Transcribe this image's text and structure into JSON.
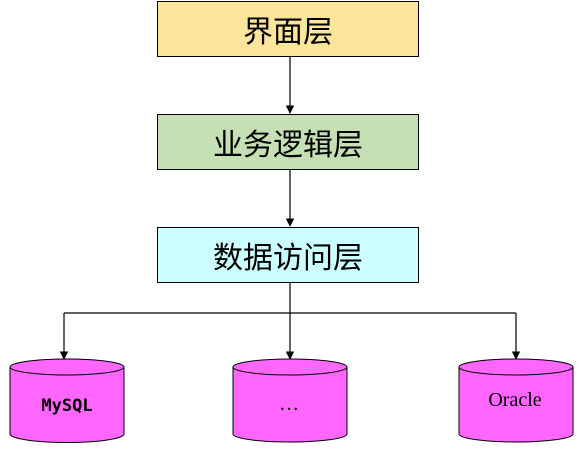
{
  "layers": {
    "ui": {
      "label": "界面层",
      "color": "#FDE59B"
    },
    "business": {
      "label": "业务逻辑层",
      "color": "#C5E0B4"
    },
    "data_access": {
      "label": "数据访问层",
      "color": "#CCFFFF"
    }
  },
  "databases": [
    {
      "label": "MySQL"
    },
    {
      "label": "…"
    },
    {
      "label": "Oracle"
    }
  ],
  "colors": {
    "database_fill": "#FF66FF",
    "stroke": "#000000"
  }
}
